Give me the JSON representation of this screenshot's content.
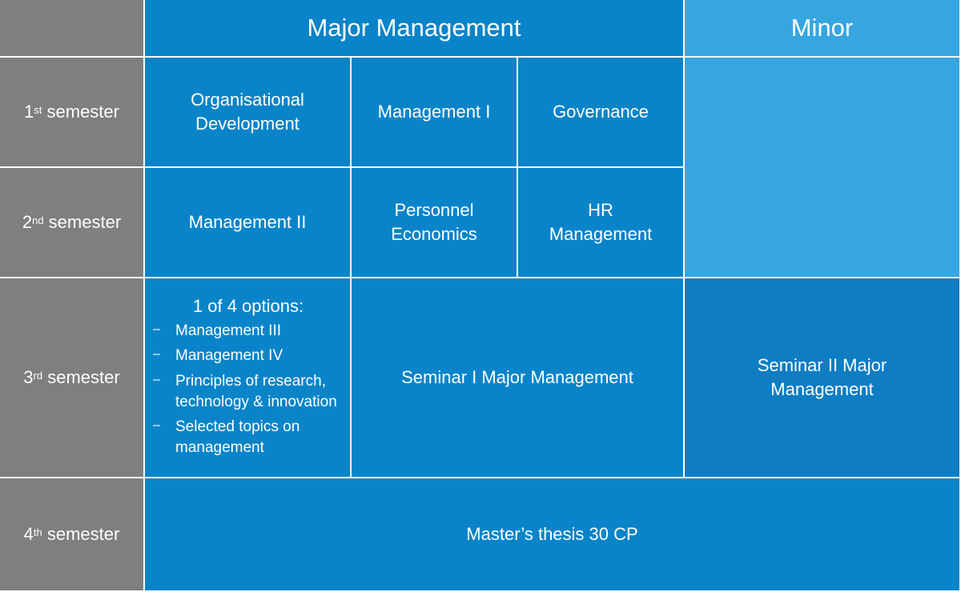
{
  "header": {
    "major": "Major Management",
    "minor": "Minor"
  },
  "semesters": {
    "s1": {
      "num": "1",
      "sup": "st",
      "label": " semester"
    },
    "s2": {
      "num": "2",
      "sup": "nd",
      "label": " semester"
    },
    "s3": {
      "num": "3",
      "sup": "rd",
      "label": " semester"
    },
    "s4": {
      "num": "4",
      "sup": "th",
      "label": " semester"
    }
  },
  "modules": {
    "org_dev_line1": "Organisational",
    "org_dev_line2": "Development",
    "management_1": "Management I",
    "governance": "Governance",
    "management_2": "Management II",
    "personnel_line1": "Personnel",
    "personnel_line2": "Economics",
    "hr_line1": "HR",
    "hr_line2": "Management",
    "seminar_1": "Seminar I Major Management",
    "seminar_2_line1": "Seminar II Major",
    "seminar_2_line2": "Management",
    "thesis": "Master’s thesis 30 CP"
  },
  "options": {
    "title": "1 of 4 options:",
    "bullet": "–",
    "items": [
      "Management III",
      "Management IV",
      "Principles of research, technology & innovation",
      "Selected topics on management"
    ]
  },
  "colors": {
    "label_gray": "#7f7f7f",
    "major_blue": "#0a84c8",
    "minor_light_blue": "#36a6e0",
    "border": "#ffffff"
  }
}
